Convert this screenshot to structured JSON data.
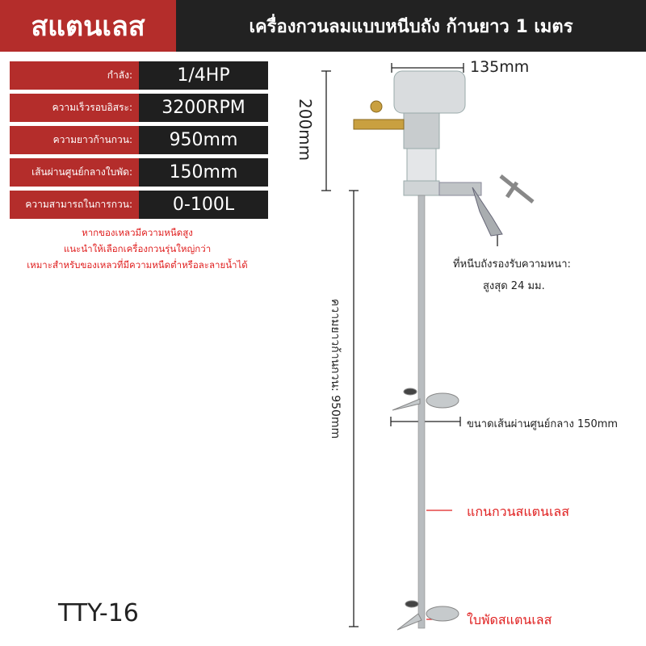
{
  "header": {
    "brand": "สแตนเลส",
    "title": "เครื่องกวนลมแบบหนีบถัง ก้านยาว 1 เมตร"
  },
  "specs": [
    {
      "label": "กำลัง:",
      "value": "1/4HP"
    },
    {
      "label": "ความเร็วรอบอิสระ:",
      "value": "3200RPM"
    },
    {
      "label": "ความยาวก้านกวน:",
      "value": "950mm"
    },
    {
      "label": "เส้นผ่านศูนย์กลางใบพัด:",
      "value": "150mm"
    },
    {
      "label": "ความสามารถในการกวน:",
      "value": "0-100L"
    }
  ],
  "notes": [
    "หากของเหลวมีความหนืดสูง",
    "แนะนำให้เลือกเครื่องกวนรุ่นใหญ่กว่า",
    "เหมาะสำหรับของเหลวที่มีความหนืดต่ำหรือละลายน้ำได้"
  ],
  "dims": {
    "width": "135mm",
    "height": "200mm",
    "shaft_length": "ความยาวก้านกวน: 950mm",
    "blade_diameter": "ขนาดเส้นผ่านศูนย์กลาง 150mm"
  },
  "callouts": {
    "clamp_line1": "ที่หนีบถังรองรับความหนา:",
    "clamp_line2": "สูงสุด 24 มม.",
    "shaft": "แกนกวนสแตนเลส",
    "blade": "ใบพัดสแตนเลส"
  },
  "model": "TTY-16"
}
